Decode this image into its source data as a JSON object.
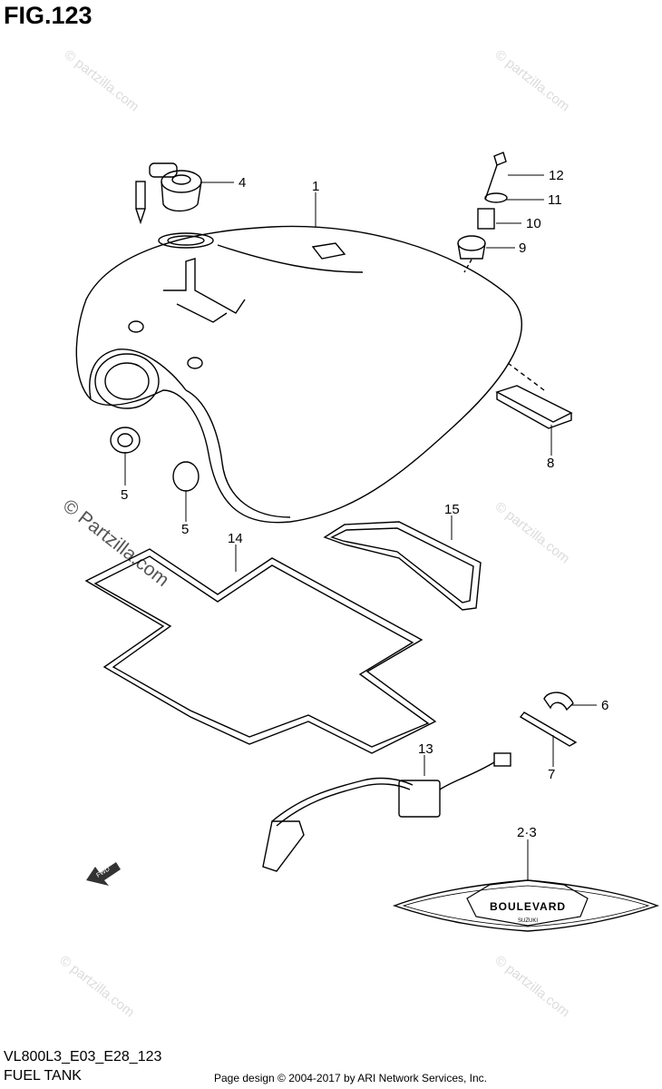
{
  "figure": {
    "title": "FIG.123",
    "code": "VL800L3_E03_E28_123",
    "name": "FUEL TANK"
  },
  "credit": "Page design © 2004-2017 by ARI Network Services, Inc.",
  "watermark": {
    "main": "© Partzilla.com",
    "small": "© partzilla.com"
  },
  "callouts": [
    "1",
    "2·3",
    "4",
    "5",
    "5",
    "6",
    "7",
    "8",
    "9",
    "10",
    "11",
    "12",
    "13",
    "14",
    "15"
  ],
  "badge": {
    "text": "BOULEVARD",
    "subtext": "SUZUKI"
  },
  "arrow_label": "FWD"
}
